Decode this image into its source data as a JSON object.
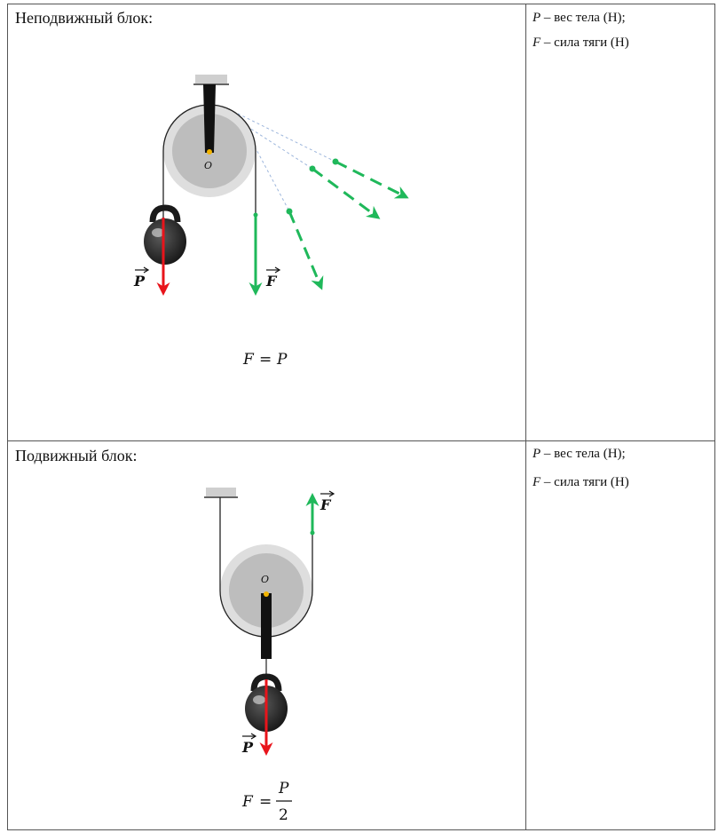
{
  "rows": [
    {
      "title": "Неподвижный блок:",
      "notes": [
        {
          "symbol": "P",
          "text": " – вес тела (Н);"
        },
        {
          "symbol": "F",
          "text": " – сила тяги (Н)"
        }
      ],
      "diagram": {
        "center_label": "O",
        "weight_label": "P",
        "force_label": "F",
        "formula": {
          "lhs": "F",
          "op": "=",
          "rhs": "P"
        }
      }
    },
    {
      "title": "Подвижный блок:",
      "notes": [
        {
          "symbol": "P",
          "text": " – вес тела (Н);"
        },
        {
          "symbol": "F",
          "text": " – сила тяги (Н)"
        }
      ],
      "diagram": {
        "center_label": "O",
        "weight_label": "P",
        "force_label": "F",
        "formula": {
          "lhs": "F",
          "op": "=",
          "num": "P",
          "den": "2"
        }
      }
    }
  ],
  "colors": {
    "force_arrow": "#1fb85a",
    "weight_arrow": "#e8141b",
    "pulley_outer": "#dedede",
    "pulley_inner": "#bdbdbd",
    "axle": "#f2b400",
    "guide_line": "#9db6dc"
  }
}
